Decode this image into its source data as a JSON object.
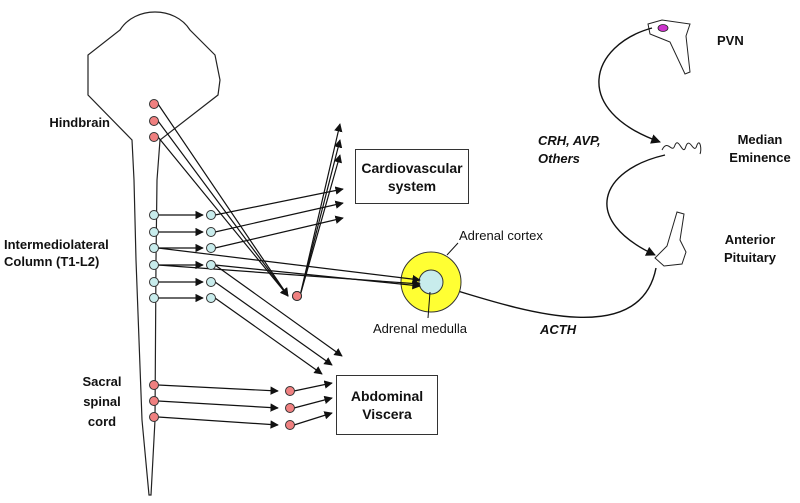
{
  "labels": {
    "hindbrain": "Hindbrain",
    "iml_line1": "Intermediolateral",
    "iml_line2": "Column (T1-L2)",
    "sacral_line1": "Sacral",
    "sacral_line2": "spinal",
    "sacral_line3": "cord",
    "adrenal_cortex": "Adrenal cortex",
    "adrenal_medulla": "Adrenal medulla",
    "pvn": "PVN",
    "median_line1": "Median",
    "median_line2": "Eminence",
    "anterior_line1": "Anterior",
    "anterior_line2": "Pituitary",
    "crh_line1": "CRH, AVP,",
    "crh_line2": "Others",
    "acth": "ACTH"
  },
  "boxes": {
    "cardiovascular": "Cardiovascular\nsystem",
    "abdominal": "Abdominal\nViscera"
  },
  "colors": {
    "hindbrain_neuron": "#f08080",
    "iml_neuron": "#c8ecec",
    "sacral_neuron": "#f08080",
    "adrenal_cortex": "#ffff33",
    "adrenal_medulla": "#c8ecec",
    "pvn_nucleus": "#cc33cc",
    "outline": "#111111"
  }
}
